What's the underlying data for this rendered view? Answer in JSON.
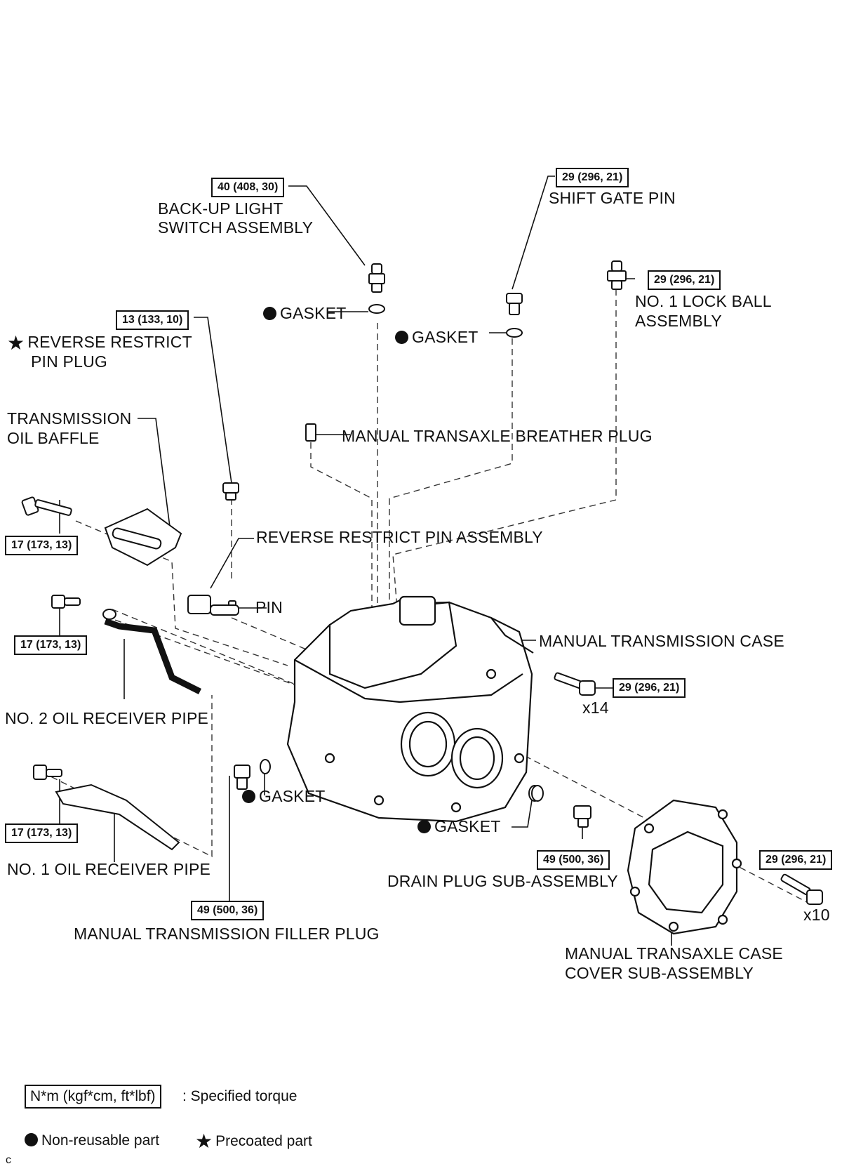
{
  "torques": {
    "backup_switch": "40 (408, 30)",
    "shift_gate_pin": "29 (296, 21)",
    "lock_ball": "29 (296, 21)",
    "restrict_pin_plug": "13 (133, 10)",
    "baffle_bolt": "17 (173, 13)",
    "no2_pipe_bolt": "17 (173, 13)",
    "no1_pipe_bolt": "17 (173, 13)",
    "case_bolt": "29 (296, 21)",
    "drain_plug": "49 (500, 36)",
    "filler_plug": "49 (500, 36)",
    "cover_bolt": "29 (296, 21)"
  },
  "labels": {
    "backup_switch_l1": "BACK-UP LIGHT",
    "backup_switch_l2": "SWITCH ASSEMBLY",
    "shift_gate_pin": "SHIFT GATE PIN",
    "lock_ball_l1": "NO. 1 LOCK BALL",
    "lock_ball_l2": "ASSEMBLY",
    "gasket": "GASKET",
    "restrict_plug_l1": "REVERSE RESTRICT",
    "restrict_plug_l2": "PIN PLUG",
    "baffle_l1": "TRANSMISSION",
    "baffle_l2": "OIL BAFFLE",
    "breather": "MANUAL TRANSAXLE BREATHER PLUG",
    "restrict_pin_assy": "REVERSE RESTRICT PIN ASSEMBLY",
    "pin": "PIN",
    "case": "MANUAL TRANSMISSION CASE",
    "x14": "x14",
    "no2_pipe": "NO. 2 OIL RECEIVER PIPE",
    "no1_pipe": "NO. 1 OIL RECEIVER PIPE",
    "drain": "DRAIN PLUG SUB-ASSEMBLY",
    "filler": "MANUAL TRANSMISSION FILLER PLUG",
    "x10": "x10",
    "cover_l1": "MANUAL TRANSAXLE CASE",
    "cover_l2": "COVER SUB-ASSEMBLY"
  },
  "legend": {
    "unit_box": "N*m (kgf*cm, ft*lbf)",
    "unit_text": ": Specified torque",
    "non_reusable": "Non-reusable part",
    "precoated": "Precoated part",
    "star_symbol": "★",
    "corner_mark": "c"
  }
}
